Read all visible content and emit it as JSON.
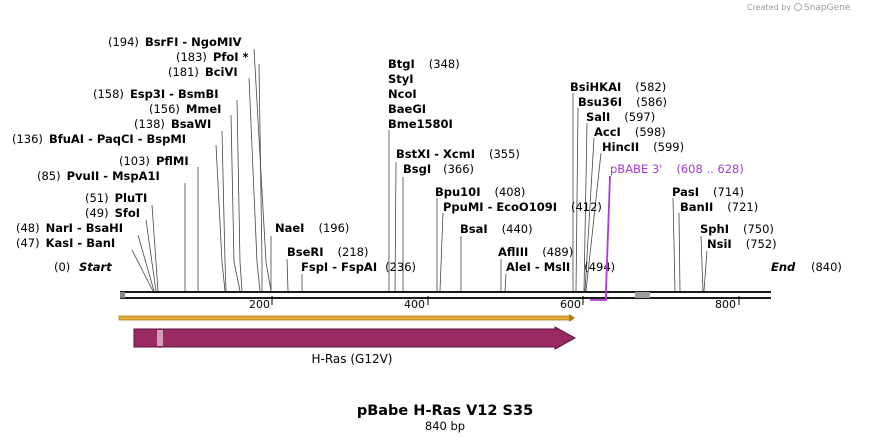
{
  "credit": {
    "prefix": "Created by",
    "brand": "SnapGene"
  },
  "map": {
    "title": "pBabe H-Ras V12 S35",
    "length_label": "840 bp",
    "length_bp": 840,
    "ticks": [
      "200",
      "400",
      "600",
      "800"
    ],
    "ends": {
      "start_label": "Start",
      "start_pos": "(0)",
      "end_label": "End",
      "end_pos": "(840)"
    }
  },
  "sites": [
    {
      "pos": "(194)",
      "names": [
        "BsrFI",
        "NgoMIV"
      ]
    },
    {
      "pos": "(183)",
      "names": [
        "PfoI *"
      ]
    },
    {
      "pos": "(181)",
      "names": [
        "BciVI"
      ]
    },
    {
      "pos": "(158)",
      "names": [
        "Esp3I",
        "BsmBI"
      ]
    },
    {
      "pos": "(156)",
      "names": [
        "MmeI"
      ]
    },
    {
      "pos": "(138)",
      "names": [
        "BsaWI"
      ]
    },
    {
      "pos": "(136)",
      "names": [
        "BfuAI",
        "PaqCI",
        "BspMI"
      ]
    },
    {
      "pos": "(103)",
      "names": [
        "PflMI"
      ]
    },
    {
      "pos": "(85)",
      "names": [
        "PvuII",
        "MspA1I"
      ]
    },
    {
      "pos": "(51)",
      "names": [
        "PluTI"
      ]
    },
    {
      "pos": "(49)",
      "names": [
        "SfoI"
      ]
    },
    {
      "pos": "(48)",
      "names": [
        "NarI",
        "BsaHI"
      ]
    },
    {
      "pos": "(47)",
      "names": [
        "KasI",
        "BanI"
      ]
    },
    {
      "pos": "(196)",
      "names": [
        "NaeI"
      ]
    },
    {
      "pos": "(218)",
      "names": [
        "BseRI"
      ]
    },
    {
      "pos": "(236)",
      "names": [
        "FspI",
        "FspAI"
      ]
    },
    {
      "pos": "(348)",
      "names": [
        "BtgI",
        "StyI",
        "NcoI",
        "BaeGI",
        "Bme1580I"
      ]
    },
    {
      "pos": "(355)",
      "names": [
        "BstXI",
        "XcmI"
      ]
    },
    {
      "pos": "(366)",
      "names": [
        "BsgI"
      ]
    },
    {
      "pos": "(408)",
      "names": [
        "Bpu10I"
      ]
    },
    {
      "pos": "(412)",
      "names": [
        "PpuMI",
        "EcoO109I"
      ]
    },
    {
      "pos": "(440)",
      "names": [
        "BsaI"
      ]
    },
    {
      "pos": "(489)",
      "names": [
        "AflIII"
      ]
    },
    {
      "pos": "(494)",
      "names": [
        "AleI",
        "MslI"
      ]
    },
    {
      "pos": "(582)",
      "names": [
        "BsiHKAI"
      ]
    },
    {
      "pos": "(586)",
      "names": [
        "Bsu36I"
      ]
    },
    {
      "pos": "(597)",
      "names": [
        "SalI"
      ]
    },
    {
      "pos": "(598)",
      "names": [
        "AccI"
      ]
    },
    {
      "pos": "(599)",
      "names": [
        "HincII"
      ]
    },
    {
      "pos": "(714)",
      "names": [
        "PasI"
      ]
    },
    {
      "pos": "(721)",
      "names": [
        "BanII"
      ]
    },
    {
      "pos": "(750)",
      "names": [
        "SphI"
      ]
    },
    {
      "pos": "(752)",
      "names": [
        "NsiI"
      ]
    }
  ],
  "primer": {
    "name": "pBABE 3'",
    "range": "(608 .. 628)",
    "color": "#a93bd4"
  },
  "feature": {
    "name": "H-Ras (G12V)",
    "color": "#9a2a63"
  },
  "orf_color": "#e6ad3a"
}
